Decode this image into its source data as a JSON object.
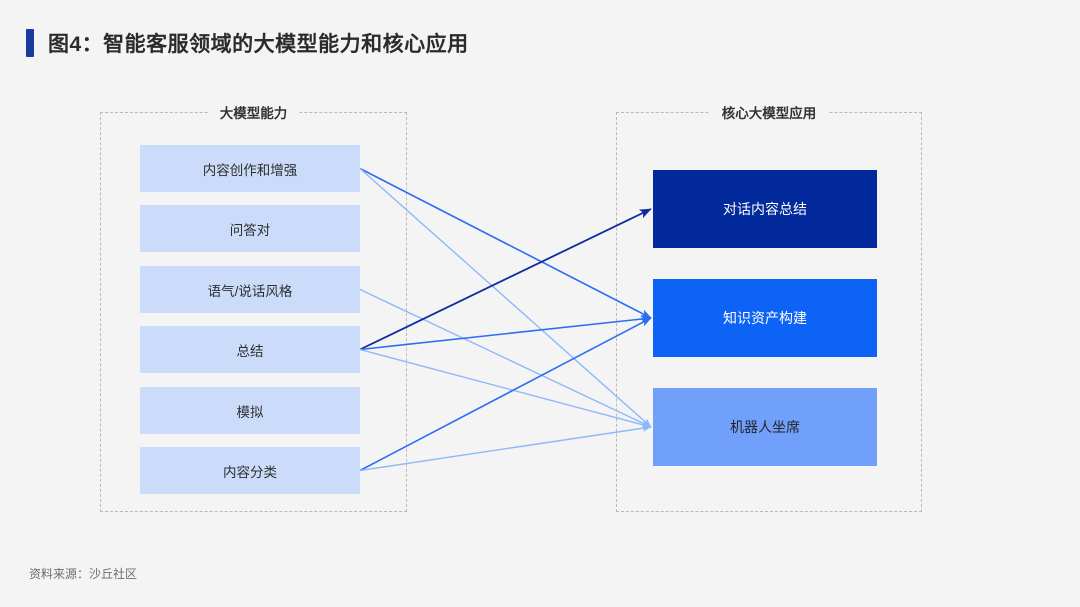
{
  "header": {
    "title": "图4：智能客服领域的大模型能力和核心应用",
    "accent_color": "#1b3a9e"
  },
  "background_color": "#f4f4f4",
  "panels": {
    "left": {
      "title": "大模型能力",
      "border_style": "dashed",
      "items": [
        {
          "label": "内容创作和增强",
          "fill": "#cbdcfb"
        },
        {
          "label": "问答对",
          "fill": "#cbdcfb"
        },
        {
          "label": "语气/说话风格",
          "fill": "#cbdcfb"
        },
        {
          "label": "总结",
          "fill": "#cbdcfb"
        },
        {
          "label": "模拟",
          "fill": "#cbdcfb"
        },
        {
          "label": "内容分类",
          "fill": "#cbdcfb"
        }
      ]
    },
    "right": {
      "title": "核心大模型应用",
      "border_style": "dashed",
      "items": [
        {
          "label": "对话内容总结",
          "fill": "#032a9c",
          "text_color": "#ffffff"
        },
        {
          "label": "知识资产构建",
          "fill": "#0e63f7",
          "text_color": "#ffffff"
        },
        {
          "label": "机器人坐席",
          "fill": "#70a0fa",
          "text_color": "#23252b"
        }
      ]
    }
  },
  "connections": [
    {
      "from": "内容创作和增强",
      "to": "知识资产构建",
      "color": "#2c6ef2",
      "width": 1.6
    },
    {
      "from": "内容创作和增强",
      "to": "机器人坐席",
      "color": "#8fb8fb",
      "width": 1.4
    },
    {
      "from": "语气/说话风格",
      "to": "机器人坐席",
      "color": "#8fb8fb",
      "width": 1.4
    },
    {
      "from": "总结",
      "to": "对话内容总结",
      "color": "#102c9c",
      "width": 1.8
    },
    {
      "from": "总结",
      "to": "知识资产构建",
      "color": "#2c6ef2",
      "width": 1.6
    },
    {
      "from": "总结",
      "to": "机器人坐席",
      "color": "#8fb8fb",
      "width": 1.4
    },
    {
      "from": "内容分类",
      "to": "知识资产构建",
      "color": "#2c6ef2",
      "width": 1.6
    },
    {
      "from": "内容分类",
      "to": "机器人坐席",
      "color": "#8fb8fb",
      "width": 1.4
    }
  ],
  "footer": {
    "source": "资料来源：沙丘社区"
  }
}
